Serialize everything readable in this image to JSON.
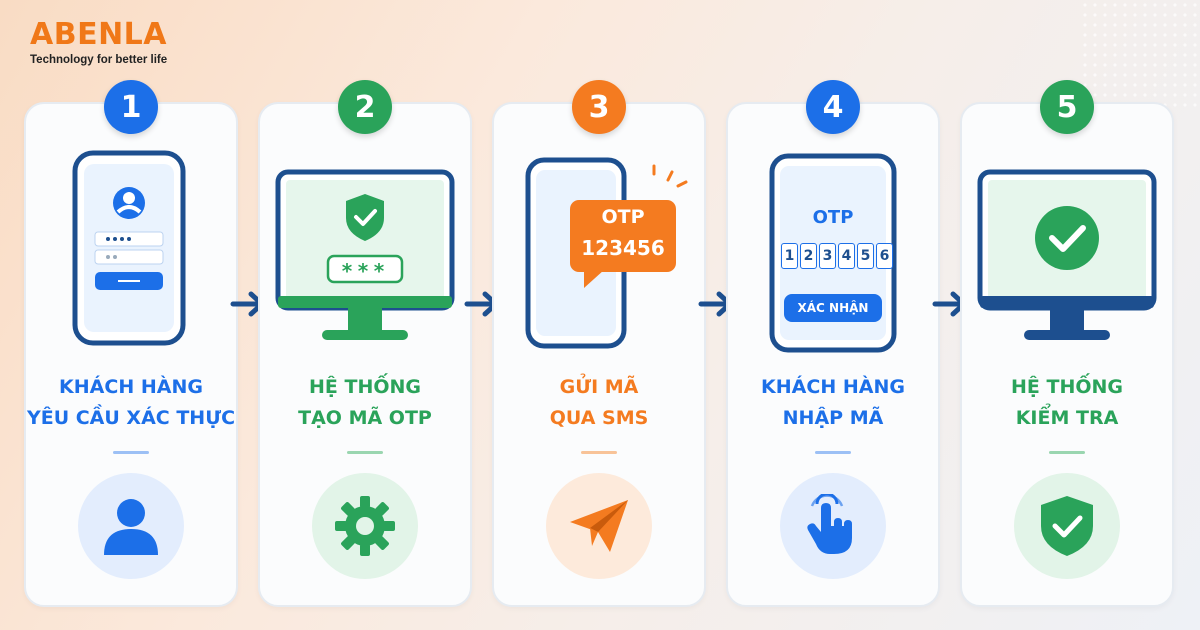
{
  "brand": {
    "name": "ABENLA",
    "tagline": "Technology for better life",
    "color": "#f07818"
  },
  "colors": {
    "blue": "#1c6fe8",
    "green": "#2aa35a",
    "orange": "#f47b20",
    "navy": "#1d4f8f"
  },
  "steps": [
    {
      "number": "1",
      "title_line1": "KHÁCH HÀNG",
      "title_line2": "YÊU CẦU XÁC THỰC",
      "color": "#1c6fe8",
      "bottom_icon": "user-icon"
    },
    {
      "number": "2",
      "title_line1": "HỆ THỐNG",
      "title_line2": "TẠO MÃ OTP",
      "color": "#2aa35a",
      "screen_password": "***",
      "bottom_icon": "gear-icon"
    },
    {
      "number": "3",
      "title_line1": "GỬI MÃ",
      "title_line2": "QUA SMS",
      "color": "#f47b20",
      "bubble_label": "OTP",
      "bubble_code": "123456",
      "bottom_icon": "paper-plane-icon"
    },
    {
      "number": "4",
      "title_line1": "KHÁCH HÀNG",
      "title_line2": "NHẬP MÃ",
      "color": "#1c6fe8",
      "screen_label": "OTP",
      "digits": [
        "1",
        "2",
        "3",
        "4",
        "5",
        "6"
      ],
      "confirm_label": "XÁC NHẬN",
      "bottom_icon": "pointer-hand-icon"
    },
    {
      "number": "5",
      "title_line1": "HỆ THỐNG",
      "title_line2": "KIỂM TRA",
      "color": "#2aa35a",
      "bottom_icon": "shield-check-icon"
    }
  ]
}
